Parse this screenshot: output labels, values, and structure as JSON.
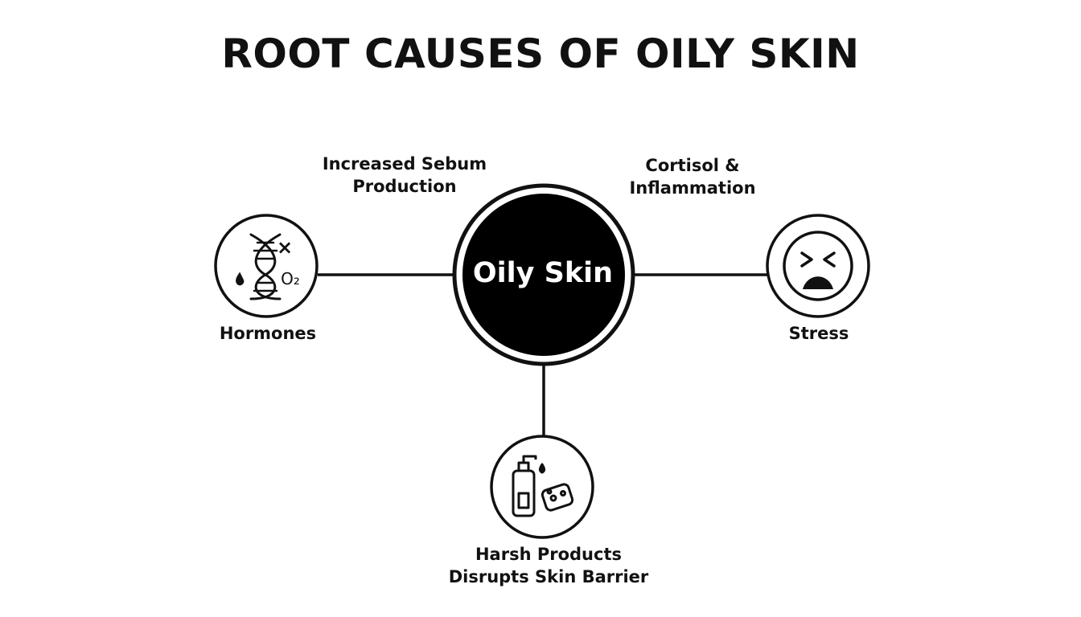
{
  "title": "ROOT CAUSES OF OILY SKIN",
  "center": {
    "label": "Oily Skin"
  },
  "nodes": {
    "hormones": {
      "label": "Hormones",
      "note_line1": "Increased Sebum",
      "note_line2": "Production",
      "icon": "dna-icon"
    },
    "stress": {
      "label": "Stress",
      "note_line1": "Cortisol &",
      "note_line2": "Inflammation",
      "icon": "stressed-face-icon"
    },
    "products": {
      "label_line1": "Harsh Products",
      "label_line2": "Disrupts Skin Barrier",
      "icon": "soap-bottle-icon"
    }
  },
  "icon_text": {
    "x_mark": "×",
    "o2": "O₂"
  },
  "colors": {
    "ink": "#111111",
    "background": "#ffffff",
    "center_fill": "#000000"
  }
}
